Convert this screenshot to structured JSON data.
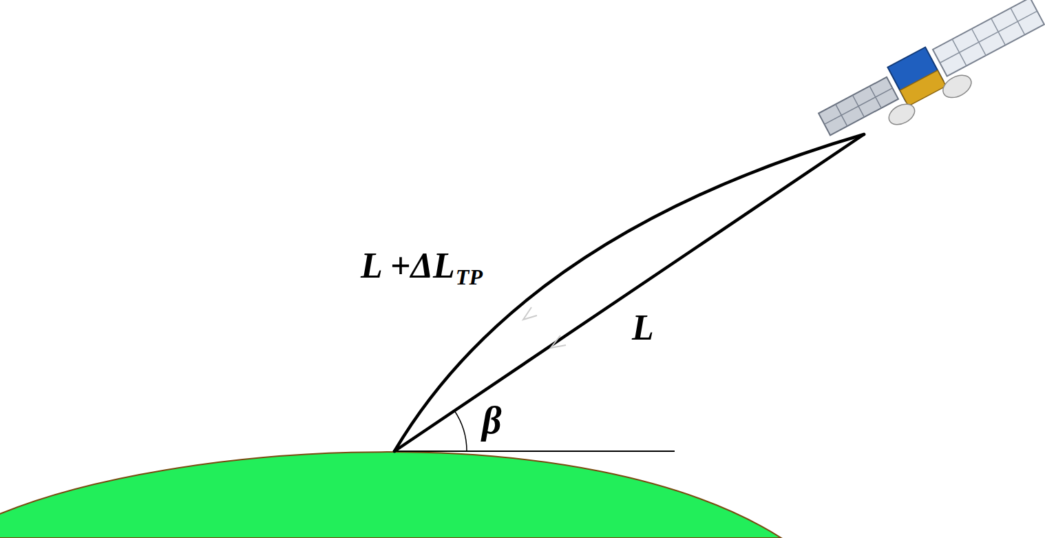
{
  "diagram": {
    "labels": [
      "L +ΔL",
      "TP",
      "L",
      "β"
    ]
  }
}
